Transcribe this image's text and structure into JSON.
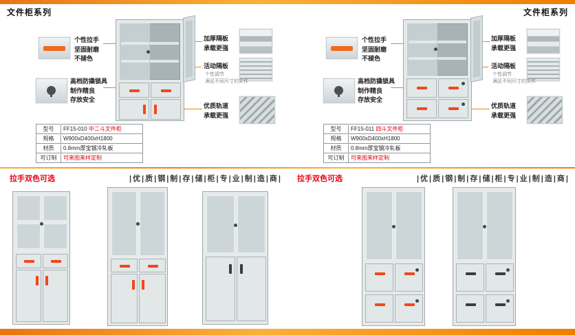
{
  "page": {
    "header_left": "文件柜系列",
    "header_right": "文件柜系列",
    "accent_orange": "#ef7d00",
    "accent_red": "#e60012",
    "cabinet_gray": "#e4e9ea",
    "handle_orange": "#f1471d"
  },
  "panels": [
    {
      "callouts": {
        "handle": {
          "line1": "个性拉手",
          "line2": "坚固耐磨",
          "line3": "不褪色"
        },
        "lock": {
          "line1": "高档防撬锁具",
          "line2": "制作精良",
          "line3": "存放安全"
        },
        "shelf": {
          "line1": "加厚隔板",
          "line2": "承载更强"
        },
        "movable": {
          "line1": "活动隔板",
          "sub1": "个性调节",
          "sub2": "满足不同尺寸的文件"
        },
        "rail": {
          "line1": "优质轨道",
          "line2": "承载更强"
        }
      },
      "spec": {
        "model_label": "型号",
        "model_code": "FF15-010",
        "model_name": "中二斗文件柜",
        "size_label": "规格",
        "size_value": "W900xD400xH1800",
        "material_label": "材质",
        "material_value": "0.8mm厚宝钢冷轧板",
        "custom_label": "可订制",
        "custom_value": "可来图来样定制"
      },
      "footer": {
        "handle_note": "拉手双色可选",
        "slogan": "|优|质|钢|制|存|储|柜|专|业|制|造|商|"
      }
    },
    {
      "callouts": {
        "handle": {
          "line1": "个性拉手",
          "line2": "坚固耐磨",
          "line3": "不褪色"
        },
        "lock": {
          "line1": "高档防撬锁具",
          "line2": "制作精良",
          "line3": "存放安全"
        },
        "shelf": {
          "line1": "加厚隔板",
          "line2": "承载更强"
        },
        "movable": {
          "line1": "活动隔板",
          "sub1": "个性调节",
          "sub2": "满足不同尺寸的文件"
        },
        "rail": {
          "line1": "优质轨道",
          "line2": "承载更强"
        }
      },
      "spec": {
        "model_label": "型号",
        "model_code": "FF15-011",
        "model_name": "四斗文件柜",
        "size_label": "规格",
        "size_value": "W900xD400xH1800",
        "material_label": "材质",
        "material_value": "0.8mm厚宝钢冷轧板",
        "custom_label": "可订制",
        "custom_value": "可来图来样定制"
      },
      "footer": {
        "handle_note": "拉手双色可选",
        "slogan": "|优|质|钢|制|存|储|柜|专|业|制|造|商|"
      }
    }
  ]
}
